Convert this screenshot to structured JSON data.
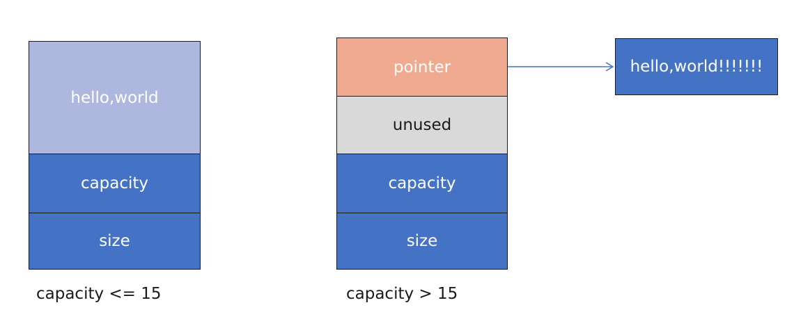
{
  "small_string": {
    "buffer_label": "hello,world",
    "capacity_label": "capacity",
    "size_label": "size",
    "caption": "capacity <= 15"
  },
  "large_string": {
    "pointer_label": "pointer",
    "unused_label": "unused",
    "capacity_label": "capacity",
    "size_label": "size",
    "caption": "capacity > 15"
  },
  "heap": {
    "content": "hello,world!!!!!!!"
  },
  "colors": {
    "light_blue": "#aeb8de",
    "blue": "#4472c4",
    "salmon": "#f0aa90",
    "gray": "#d9d9d9",
    "arrow": "#4472c4"
  }
}
